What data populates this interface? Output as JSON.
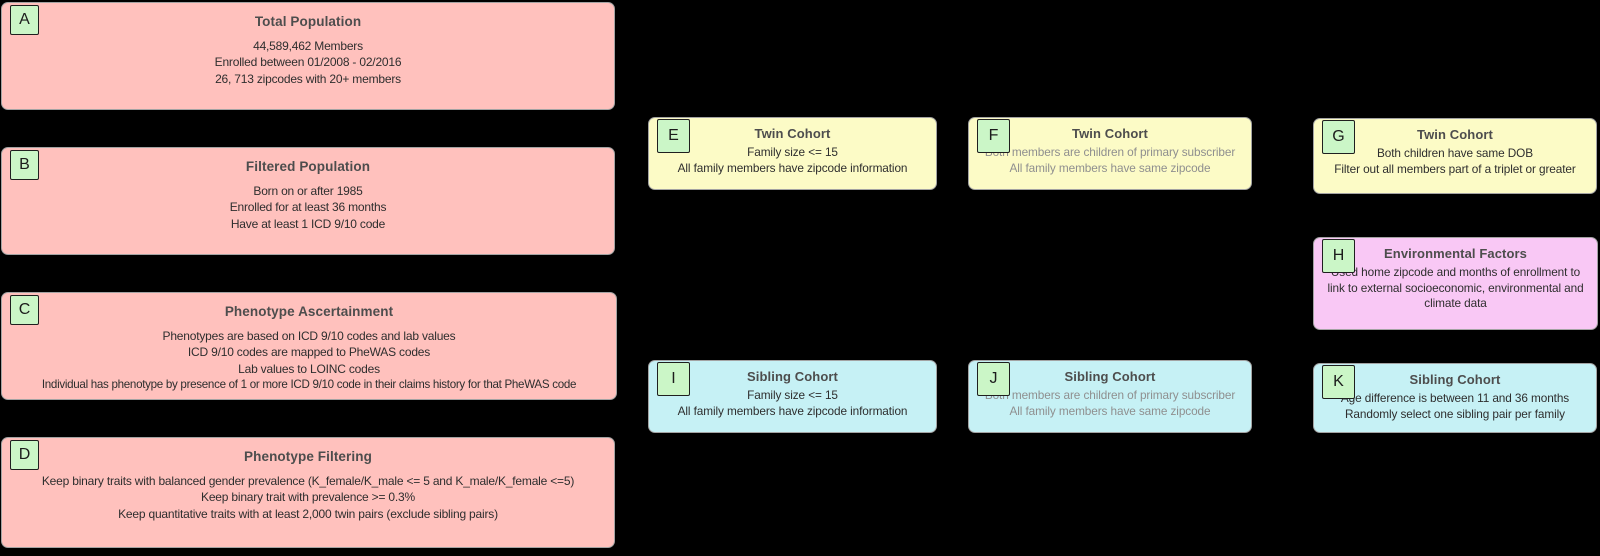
{
  "colors": {
    "background": "#000000",
    "pink": "#ffc1bd",
    "yellow": "#fcfbc6",
    "cyan": "#c6f1f5",
    "magenta": "#f9c8f5",
    "badge_green": "#cbf6c7",
    "node_border": "#a3a3a3",
    "badge_border": "#1f1f1f",
    "title_text": "#4d4d4d",
    "body_text": "#2e2e2e",
    "muted_text": "#8f8f8f"
  },
  "boxes": [
    {
      "id": "A",
      "title": "Total Population",
      "lines": [
        "44,589,462 Members",
        "Enrolled between 01/2008 - 02/2016",
        "26, 713 zipcodes with 20+ members"
      ]
    },
    {
      "id": "B",
      "title": "Filtered Population",
      "lines": [
        "Born on or after 1985",
        "Enrolled for at least 36 months",
        "Have at least 1 ICD 9/10 code"
      ]
    },
    {
      "id": "C",
      "title": "Phenotype Ascertainment",
      "lines": [
        "Phenotypes are based on ICD 9/10 codes and lab values",
        "ICD 9/10 codes are mapped to PheWAS codes",
        "Lab values to LOINC codes",
        "Individual has phenotype by presence of 1 or more ICD 9/10 code in their claims history for that PheWAS code"
      ]
    },
    {
      "id": "D",
      "title": "Phenotype Filtering",
      "lines": [
        "Keep binary traits with balanced gender prevalence (K_female/K_male <= 5 and K_male/K_female <=5)",
        "Keep binary trait with prevalence >= 0.3%",
        "Keep quantitative traits with at least 2,000 twin pairs (exclude sibling pairs)"
      ]
    },
    {
      "id": "E",
      "title": "Twin Cohort",
      "lines": [
        "Family size <= 15",
        "All family members have zipcode information"
      ]
    },
    {
      "id": "F",
      "title": "Twin Cohort",
      "lines": [
        "Both members are children of primary subscriber",
        "All family members have same zipcode"
      ]
    },
    {
      "id": "G",
      "title": "Twin Cohort",
      "lines": [
        "Both children have same DOB",
        "Filter out all members part of a triplet or greater"
      ]
    },
    {
      "id": "H",
      "title": "Environmental Factors",
      "lines": [
        "Used home zipcode and months of enrollment to link to external socioeconomic, environmental and climate data"
      ]
    },
    {
      "id": "I",
      "title": "Sibling Cohort",
      "lines": [
        "Family size <= 15",
        "All family members have zipcode information"
      ]
    },
    {
      "id": "J",
      "title": "Sibling Cohort",
      "lines": [
        "Both members are children of primary subscriber",
        "All family members have same zipcode"
      ]
    },
    {
      "id": "K",
      "title": "Sibling Cohort",
      "lines": [
        "Age difference is between 11 and 36 months",
        "Randomly select one sibling pair per family"
      ]
    }
  ]
}
